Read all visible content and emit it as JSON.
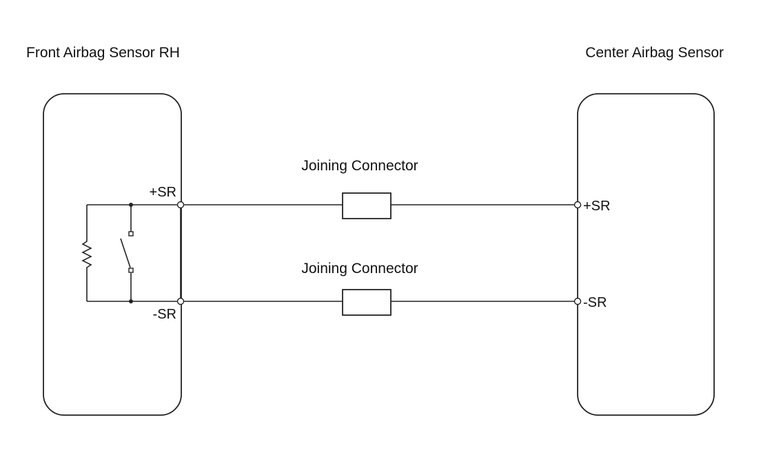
{
  "components": {
    "left": {
      "title": "Front Airbag Sensor RH"
    },
    "right": {
      "title": "Center Airbag Sensor"
    }
  },
  "connectors": [
    {
      "label": "Joining Connector"
    },
    {
      "label": "Joining Connector"
    }
  ],
  "pins": {
    "left_plus": "+SR",
    "left_minus": "-SR",
    "right_plus": "+SR",
    "right_minus": "-SR"
  },
  "colors": {
    "line": "#222222",
    "background": "#ffffff"
  }
}
